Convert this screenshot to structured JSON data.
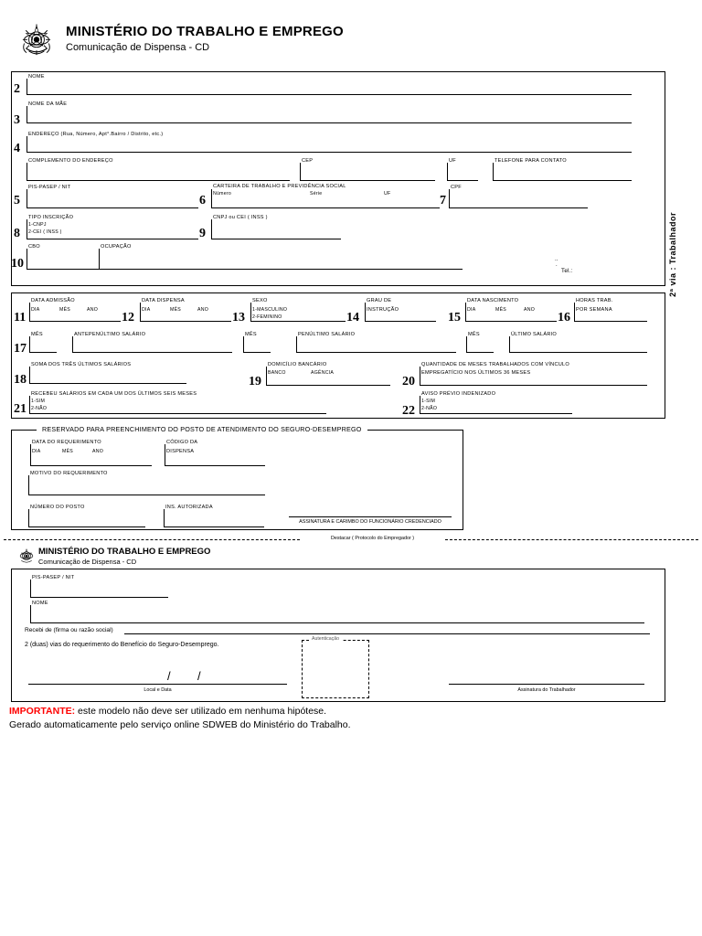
{
  "header": {
    "ministry": "MINISTÉRIO DO TRABALHO E EMPREGO",
    "subtitle": "Comunicação de Dispensa - CD",
    "seal_alt": "brasao-republica-federativa-do-brasil"
  },
  "side_text": "2ª via : Trabalhador",
  "worker_block": {
    "fields": [
      {
        "num": "2",
        "label": "NOME"
      },
      {
        "num": "3",
        "label": "NOME DA MÃE"
      },
      {
        "num": "4",
        "label": "ENDEREÇO (Rua, Número, Apt°.Bairro / Distrito, etc.)"
      }
    ],
    "address_row": {
      "complemento": "COMPLEMENTO DO ENDEREÇO",
      "cep": "CEP",
      "uf": "UF",
      "telefone": "TELEFONE PARA CONTATO"
    },
    "row5": {
      "num5": "5",
      "label5": "PIS-PASEP / NIT",
      "num6": "6",
      "label6": "CARTEIRA DE TRABALHO E PREVIDÊNCIA SOCIAL",
      "sub6a": "Número",
      "sub6b": "Série",
      "sub6c": "UF",
      "num7": "7",
      "label7": "CPF"
    },
    "row8": {
      "num8": "8",
      "label8": "TIPO INSCRIÇÃO",
      "opt8a": "1-CNPJ",
      "opt8b": "2-CEI ( INSS )",
      "num9": "9",
      "label9": "CNPJ ou CEI ( INSS )"
    },
    "row10": {
      "num10": "10",
      "cbo": "CBO",
      "ocupacao": "OCUPAÇÃO"
    },
    "tel_label": "Tel.:"
  },
  "employment_block": {
    "row11": {
      "num11": "11",
      "label11": "DATA ADMISSÃO",
      "d11": "DIA",
      "m11": "MÊS",
      "a11": "ANO",
      "num12": "12",
      "label12": "DATA DISPENSA",
      "d12": "DIA",
      "m12": "MÊS",
      "a12": "ANO",
      "num13": "13",
      "label13": "SEXO",
      "opt13a": "1-MASCULINO",
      "opt13b": "2-FEMININO",
      "num14": "14",
      "label14a": "GRAU DE",
      "label14b": "INSTRUÇÃO",
      "num15": "15",
      "label15": "DATA NASCIMENTO",
      "d15": "DIA",
      "m15": "MÊS",
      "a15": "ANO",
      "num16": "16",
      "label16a": "HORAS TRAB.",
      "label16b": "POR SEMANA"
    },
    "row17": {
      "num17": "17",
      "mes1": "MÊS",
      "sal1": "ANTEPENÚLTIMO SALÁRIO",
      "mes2": "MÊS",
      "sal2": "PENÚLTIMO SALÁRIO",
      "mes3": "MÊS",
      "sal3": "ÚLTIMO SALÁRIO"
    },
    "row18": {
      "num18": "18",
      "label18": "SOMA DOS TRÊS ÚLTIMOS SALÁRIOS",
      "num19": "19",
      "label19": "DOMICÍLIO BANCÁRIO",
      "banco": "BANCO",
      "agencia": "AGÊNCIA",
      "num20": "20",
      "label20a": "QUANTIDADE DE MESES TRABALHADOS COM VÍNCULO",
      "label20b": "EMPREGATÍCIO NOS ÚLTIMOS 36 MESES"
    },
    "row21": {
      "num21": "21",
      "label21": "RECEBEU SALÁRIOS EM CADA UM DOS ÚLTIMOS SEIS MESES",
      "opt21a": "1-SIM",
      "opt21b": "2-NÃO",
      "num22": "22",
      "label22": "AVISO PRÉVIO INDENIZADO",
      "opt22a": "1-SIM",
      "opt22b": "2-NÃO"
    }
  },
  "reserved_block": {
    "legend": "RESERVADO PARA PREENCHIMENTO DO POSTO DE ATENDIMENTO DO SEGURO-DESEMPREGO",
    "data_requerimento": "DATA DO REQUERIMENTO",
    "dia": "DIA",
    "mes": "MÊS",
    "ano": "ANO",
    "codigo_a": "CÓDIGO DA",
    "codigo_b": "DISPENSA",
    "motivo": "MOTIVO DO REQUERIMENTO",
    "numero_posto": "NÚMERO DO POSTO",
    "ins_autorizada": "INS. AUTORIZADA",
    "assinatura_carimbo": "ASSINATURA E CARIMBO DO FUNCIONÁRIO CREDENCIADO"
  },
  "detach": {
    "label": "Destacar ( Protocolo do Empregador )"
  },
  "receipt_block": {
    "ministry": "MINISTÉRIO DO TRABALHO E EMPREGO",
    "subtitle": "Comunicação de Dispensa - CD",
    "pis": "PIS-PASEP / NIT",
    "nome": "NOME",
    "recebi": "Recebi de (firma ou razão social)",
    "vias": "2 (duas) vias do requerimento do Benefício do Seguro-Desemprego.",
    "local_data": "Local e Data",
    "autenticacao": "Autenticação",
    "assinatura_trabalhador": "Assinatura do Trabalhador"
  },
  "footer": {
    "important_label": "IMPORTANTE:",
    "important_text": " este modelo não deve ser utilizado em nenhuma hipótese.",
    "generated": "Gerado automaticamente pelo serviço online SDWEB do Ministério do Trabalho.",
    "important_color": "#ff0000"
  }
}
